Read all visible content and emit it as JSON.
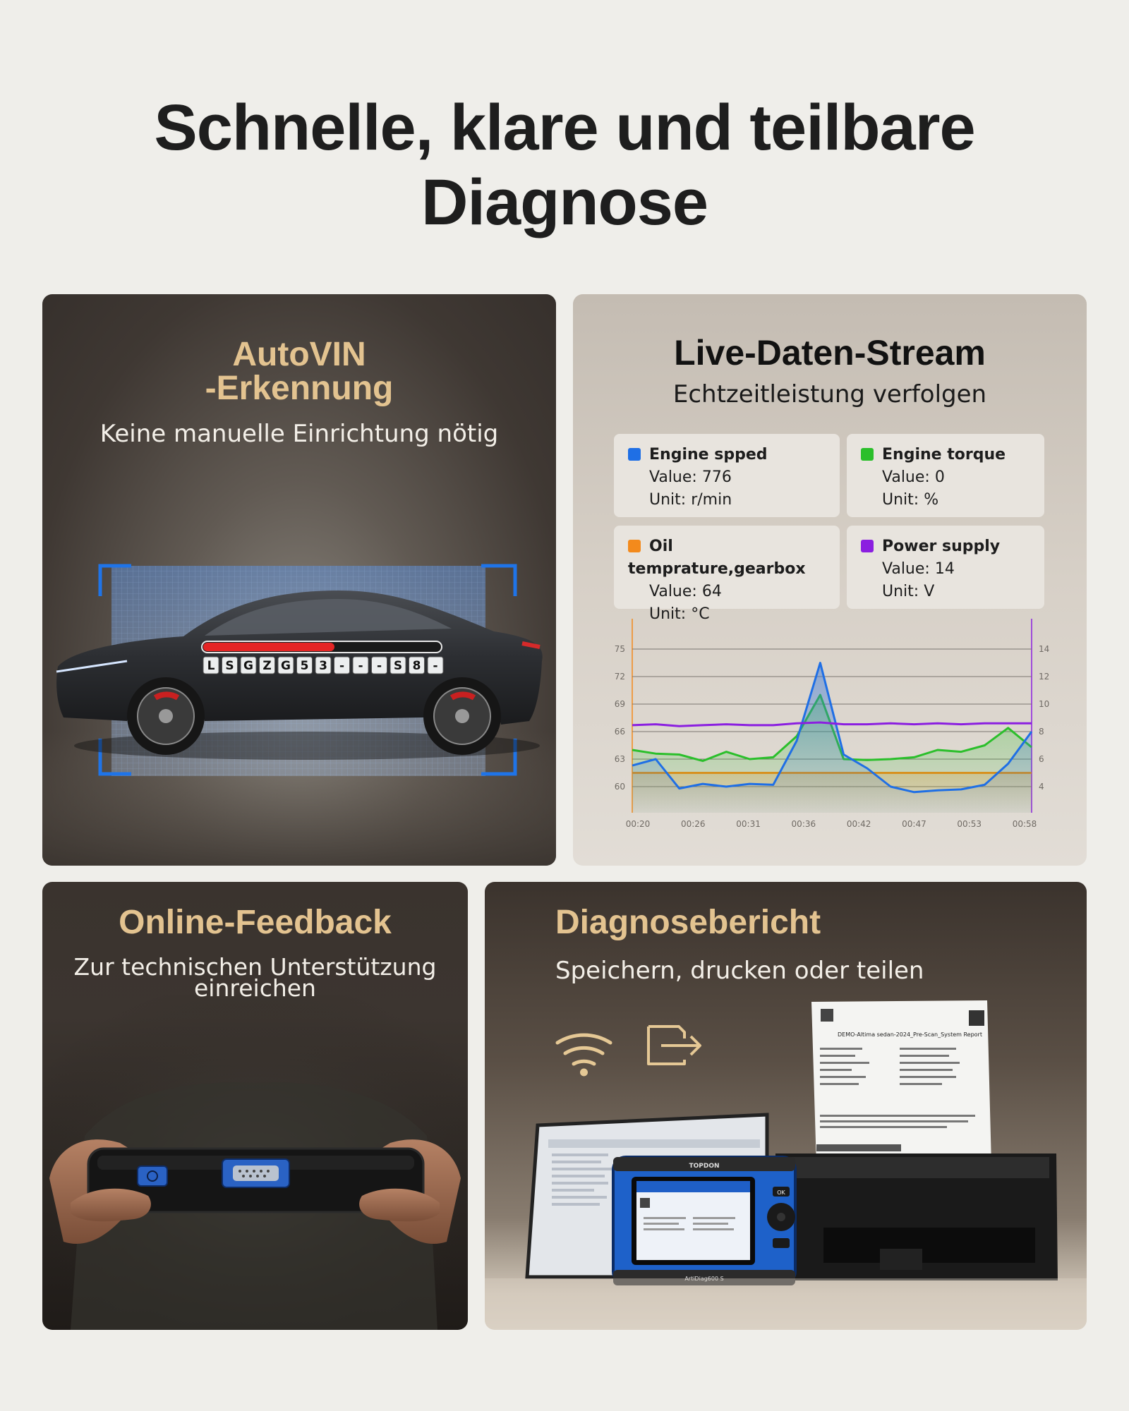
{
  "headline": {
    "line1": "Schnelle, klare und teilbare",
    "line2": "Diagnose"
  },
  "autovin": {
    "title_line1": "AutoVIN",
    "title_line2": "-Erkennung",
    "subtitle": "Keine manuelle Einrichtung nötig",
    "vin_chars": [
      "L",
      "S",
      "G",
      "Z",
      "G",
      "5",
      "3",
      "-",
      "-",
      "-",
      "S",
      "8",
      "-"
    ]
  },
  "live": {
    "title": "Live-Daten-Stream",
    "subtitle": "Echtzeitleistung verfolgen",
    "params": [
      {
        "name": "Engine spped",
        "value": "Value: 776",
        "unit": "Unit: r/min",
        "color": "#1f6fe5"
      },
      {
        "name": "Engine torque",
        "value": "Value: 0",
        "unit": "Unit: %",
        "color": "#2bbf2b"
      },
      {
        "name": "Oil temprature,gearbox",
        "value": "Value: 64",
        "unit": "Unit: °C",
        "color": "#f38a1c"
      },
      {
        "name": "Power supply",
        "value": "Value: 14",
        "unit": "Unit: V",
        "color": "#8b1fe0"
      }
    ]
  },
  "chart_data": {
    "type": "line",
    "x": [
      "00:20",
      "00:26",
      "00:31",
      "00:36",
      "00:42",
      "00:47",
      "00:53",
      "00:58"
    ],
    "left_ticks": [
      "75",
      "72",
      "69",
      "66",
      "63",
      "60"
    ],
    "right_ticks": [
      "14",
      "12",
      "10",
      "8",
      "6",
      "4"
    ],
    "series": [
      {
        "color": "#1f6fe5",
        "axis": "left",
        "values": [
          62.3,
          63.0,
          59.8,
          60.3,
          60.0,
          60.3,
          60.2,
          65.0,
          73.5,
          63.5,
          62.0,
          60.0,
          59.4,
          59.6,
          59.7,
          60.2,
          62.5,
          66.0
        ]
      },
      {
        "color": "#2bbf2b",
        "axis": "left",
        "values": [
          64.0,
          63.6,
          63.5,
          62.8,
          63.8,
          63.0,
          63.2,
          65.5,
          70.0,
          63.0,
          62.9,
          63.0,
          63.2,
          64.0,
          63.8,
          64.5,
          66.4,
          64.3
        ]
      },
      {
        "color": "#f38a1c",
        "axis": "left",
        "values": [
          61.5,
          61.5,
          61.5,
          61.5,
          61.5,
          61.5,
          61.5,
          61.5,
          61.5,
          61.5,
          61.5,
          61.5,
          61.5,
          61.5,
          61.5,
          61.5,
          61.5,
          61.5
        ]
      },
      {
        "color": "#8b1fe0",
        "axis": "left",
        "values": [
          66.7,
          66.8,
          66.6,
          66.7,
          66.8,
          66.7,
          66.7,
          66.9,
          67.0,
          66.8,
          66.8,
          66.9,
          66.8,
          66.9,
          66.8,
          66.9,
          66.9,
          66.9
        ]
      }
    ]
  },
  "feedback": {
    "title": "Online-Feedback",
    "subtitle_line1": "Zur technischen Unterstützung",
    "subtitle_line2": "einreichen"
  },
  "report": {
    "title": "Diagnosebericht",
    "subtitle": "Speichern, drucken oder teilen",
    "doc_title": "DEMO-Altima sedan-2024_Pre-Scan_System Report",
    "device_brand": "TOPDON",
    "device_model": "ArtiDiag600 S",
    "ok_label": "OK"
  }
}
